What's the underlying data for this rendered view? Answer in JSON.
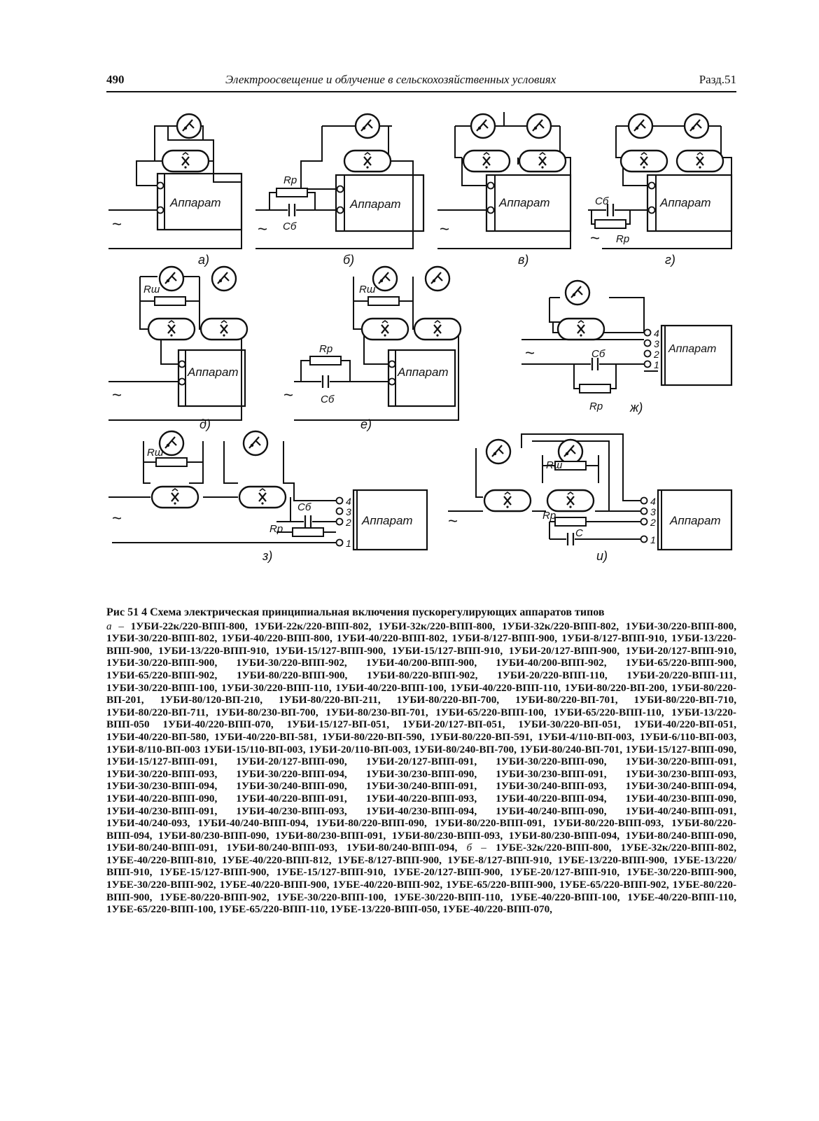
{
  "header": {
    "page_number": "490",
    "title": "Электроосвещение и облучение в сельскохозяйственных условиях",
    "section": "Разд.51"
  },
  "figure": {
    "apparatus_label": "Аппарат",
    "labels": {
      "Rp": "Rр",
      "Cb": "Cб",
      "Rsh": "Rш",
      "C": "C",
      "tilde": "~",
      "t1": "1",
      "t2": "2",
      "t3": "3",
      "t4": "4"
    },
    "panels": [
      "а)",
      "б)",
      "в)",
      "г)",
      "д)",
      "е)",
      "ж)",
      "з)",
      "и)"
    ]
  },
  "caption": {
    "heading": "Рис 51 4 Схема электрическая принципиальная включения пускорегулирующих аппаратов типов",
    "a_label": "а –",
    "a_text": "1УБИ-22к/220-ВПП-800, 1УБИ-22к/220-ВПП-802, 1УБИ-32к/220-ВПП-800, 1УБИ-32к/220-ВПП-802, 1УБИ-30/220-ВПП-800, 1УБИ-30/220-ВПП-802, 1УБИ-40/220-ВПП-800, 1УБИ-40/220-ВПП-802, 1УБИ-8/127-ВПП-900, 1УБИ-8/127-ВПП-910, 1УБИ-13/220-ВПП-900, 1УБИ-13/220-ВПП-910, 1УБИ-15/127-ВПП-900, 1УБИ-15/127-ВПП-910, 1УБИ-20/127-ВПП-900, 1УБИ-20/127-ВПП-910, 1УБИ-30/220-ВПП-900, 1УБИ-30/220-ВПП-902, 1УБИ-40/200-ВПП-900, 1УБИ-40/200-ВПП-902, 1УБИ-65/220-ВПП-900, 1УБИ-65/220-ВПП-902, 1УБИ-80/220-ВПП-900, 1УБИ-80/220-ВПП-902, 1УБИ-20/220-ВПП-110, 1УБИ-20/220-ВПП-111, 1УБИ-30/220-ВПП-100, 1УБИ-30/220-ВПП-110, 1УБИ-40/220-ВПП-100, 1УБИ-40/220-ВПП-110, 1УБИ-80/220-ВП-200, 1УБИ-80/220-ВП-201, 1УБИ-80/120-ВП-210, 1УБИ-80/220-ВП-211, 1УБИ-80/220-ВП-700, 1УБИ-80/220-ВП-701, 1УБИ-80/220-ВП-710, 1УБИ-80/220-ВП-711, 1УБИ-80/230-ВП-700, 1УБИ-80/230-ВП-701, 1УБИ-65/220-ВПП-100, 1УБИ-65/220-ВПП-110, 1УБИ-13/220-ВПП-050 1УБИ-40/220-ВПП-070, 1УБИ-15/127-ВП-051, 1УБИ-20/127-ВП-051, 1УБИ-30/220-ВП-051, 1УБИ-40/220-ВП-051, 1УБИ-40/220-ВП-580, 1УБИ-40/220-ВП-581, 1УБИ-80/220-ВП-590, 1УБИ-80/220-ВП-591, 1УБИ-4/110-ВП-003, 1УБИ-6/110-ВП-003, 1УБИ-8/110-ВП-003 1УБИ-15/110-ВП-003, 1УБИ-20/110-ВП-003, 1УБИ-80/240-ВП-700, 1УБИ-80/240-ВП-701, 1УБИ-15/127-ВПП-090, 1УБИ-15/127-ВПП-091, 1УБИ-20/127-ВПП-090, 1УБИ-20/127-ВПП-091, 1УБИ-30/220-ВПП-090, 1УБИ-30/220-ВПП-091, 1УБИ-30/220-ВПП-093, 1УБИ-30/220-ВПП-094, 1УБИ-30/230-ВПП-090, 1УБИ-30/230-ВПП-091, 1УБИ-30/230-ВПП-093, 1УБИ-30/230-ВПП-094, 1УБИ-30/240-ВПП-090, 1УБИ-30/240-ВПП-091, 1УБИ-30/240-ВПП-093, 1УБИ-30/240-ВПП-094, 1УБИ-40/220-ВПП-090, 1УБИ-40/220-ВПП-091, 1УБИ-40/220-ВПП-093, 1УБИ-40/220-ВПП-094, 1УБИ-40/230-ВПП-090, 1УБИ-40/230-ВПП-091, 1УБИ-40/230-ВПП-093, 1УБИ-40/230-ВПП-094, 1УБИ-40/240-ВПП-090, 1УБИ-40/240-ВПП-091, 1УБИ-40/240-093, 1УБИ-40/240-ВПП-094, 1УБИ-80/220-ВПП-090, 1УБИ-80/220-ВПП-091, 1УБИ-80/220-ВПП-093, 1УБИ-80/220-ВПП-094, 1УБИ-80/230-ВПП-090, 1УБИ-80/230-ВПП-091, 1УБИ-80/230-ВПП-093, 1УБИ-80/230-ВПП-094, 1УБИ-80/240-ВПП-090, 1УБИ-80/240-ВПП-091, 1УБИ-80/240-ВПП-093, 1УБИ-80/240-ВПП-094,",
    "b_label": "б –",
    "b_text": "1УБЕ-32к/220-ВПП-800, 1УБЕ-32к/220-ВПП-802, 1УБЕ-40/220-ВПП-810, 1УБЕ-40/220-ВПП-812, 1УБЕ-8/127-ВПП-900, 1УБЕ-8/127-ВПП-910, 1УБЕ-13/220-ВПП-900, 1УБЕ-13/220/ВПП-910, 1УБЕ-15/127-ВПП-900, 1УБЕ-15/127-ВПП-910, 1УБЕ-20/127-ВПП-900, 1УБЕ-20/127-ВПП-910, 1УБЕ-30/220-ВПП-900, 1УБЕ-30/220-ВПП-902, 1УБЕ-40/220-ВПП-900, 1УБЕ-40/220-ВПП-902, 1УБЕ-65/220-ВПП-900, 1УБЕ-65/220-ВПП-902, 1УБЕ-80/220-ВПП-900, 1УБЕ-80/220-ВПП-902, 1УБЕ-30/220-ВПП-100, 1УБЕ-30/220-ВПП-110, 1УБЕ-40/220-ВПП-100, 1УБЕ-40/220-ВПП-110, 1УБЕ-65/220-ВПП-100, 1УБЕ-65/220-ВПП-110, 1УБЕ-13/220-ВПП-050, 1УБЕ-40/220-ВПП-070,"
  }
}
